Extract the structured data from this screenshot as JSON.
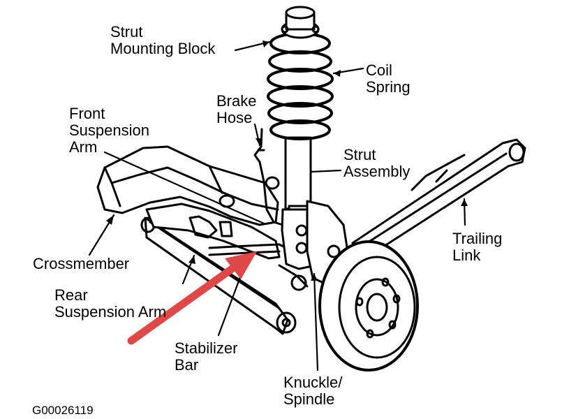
{
  "labels": {
    "strut_mounting_block": [
      "Strut",
      "Mounting Block"
    ],
    "coil_spring": [
      "Coil",
      "Spring"
    ],
    "brake_hose": [
      "Brake",
      "Hose"
    ],
    "front_suspension_arm": [
      "Front",
      "Suspension",
      "Arm"
    ],
    "strut_assembly": [
      "Strut",
      "Assembly"
    ],
    "trailing_link": [
      "Trailing",
      "Link"
    ],
    "crossmember": "Crossmember",
    "rear_suspension_arm": [
      "Rear",
      "Suspension Arm"
    ],
    "stabilizer_bar": [
      "Stabilizer",
      "Bar"
    ],
    "knuckle_spindle": [
      "Knuckle/",
      "Spindle"
    ]
  },
  "figure_code": "G00026119",
  "colors": {
    "ink": "#000000",
    "background": "#ffffff",
    "highlight_arrow": "#e04848"
  }
}
